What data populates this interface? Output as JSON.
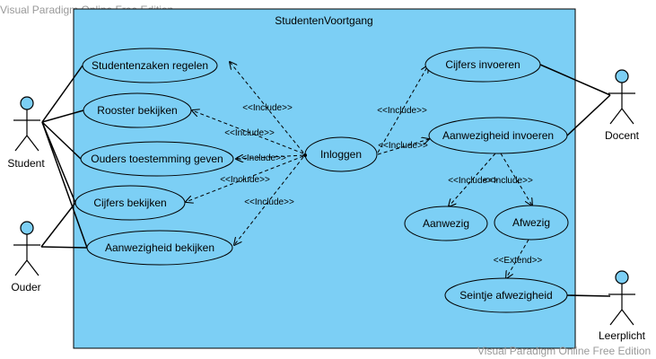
{
  "watermark": {
    "top_left": "Visual Paradigm Online Free Edition",
    "bottom_right": "Visual Paradigm Online Free Edition"
  },
  "colors": {
    "system_fill": "#7ccff5",
    "ellipse_fill": "#7ccff5",
    "actor_head": "#7ccff5",
    "line": "#000000",
    "background": "#ffffff"
  },
  "system": {
    "name": "StudentenVoortgang"
  },
  "actors": [
    {
      "id": "student",
      "label": "Student"
    },
    {
      "id": "ouder",
      "label": "Ouder"
    },
    {
      "id": "docent",
      "label": "Docent"
    },
    {
      "id": "leerplicht",
      "label": "Leerplicht"
    }
  ],
  "use_cases": [
    {
      "id": "studentenzaken",
      "label": "Studentenzaken regelen"
    },
    {
      "id": "rooster",
      "label": "Rooster bekijken"
    },
    {
      "id": "toestemming",
      "label": "Ouders toestemming geven"
    },
    {
      "id": "cijfers_bekijken",
      "label": "Cijfers bekijken"
    },
    {
      "id": "aanwezigheid_bekijken",
      "label": "Aanwezigheid bekijken"
    },
    {
      "id": "inloggen",
      "label": "Inloggen"
    },
    {
      "id": "cijfers_invoeren",
      "label": "Cijfers invoeren"
    },
    {
      "id": "aanwezigheid_invoeren",
      "label": "Aanwezigheid invoeren"
    },
    {
      "id": "aanwezig",
      "label": "Aanwezig"
    },
    {
      "id": "afwezig",
      "label": "Afwezig"
    },
    {
      "id": "seintje",
      "label": "Seintje afwezigheid"
    }
  ],
  "associations": [
    {
      "from": "student",
      "to": "studentenzaken"
    },
    {
      "from": "student",
      "to": "rooster"
    },
    {
      "from": "student",
      "to": "toestemming"
    },
    {
      "from": "student",
      "to": "cijfers_bekijken"
    },
    {
      "from": "student",
      "to": "aanwezigheid_bekijken"
    },
    {
      "from": "ouder",
      "to": "cijfers_bekijken"
    },
    {
      "from": "ouder",
      "to": "aanwezigheid_bekijken"
    },
    {
      "from": "docent",
      "to": "cijfers_invoeren"
    },
    {
      "from": "docent",
      "to": "aanwezigheid_invoeren"
    },
    {
      "from": "leerplicht",
      "to": "seintje"
    }
  ],
  "relations": [
    {
      "from": "inloggen",
      "to": "studentenzaken",
      "label": "<<Include>>"
    },
    {
      "from": "inloggen",
      "to": "rooster",
      "label": "<<Include>>"
    },
    {
      "from": "inloggen",
      "to": "toestemming",
      "label": "<<Include>>"
    },
    {
      "from": "inloggen",
      "to": "cijfers_bekijken",
      "label": "<<Include>>"
    },
    {
      "from": "inloggen",
      "to": "aanwezigheid_bekijken",
      "label": "<<Include>>"
    },
    {
      "from": "inloggen",
      "to": "cijfers_invoeren",
      "label": "<<Include>>"
    },
    {
      "from": "inloggen",
      "to": "aanwezigheid_invoeren",
      "label": "<<Include>>"
    },
    {
      "from": "aanwezigheid_invoeren",
      "to": "aanwezig",
      "label": "<<Include>>"
    },
    {
      "from": "aanwezigheid_invoeren",
      "to": "afwezig",
      "label": "<<Include>>"
    },
    {
      "from": "afwezig",
      "to": "seintje",
      "label": "<<Extend>>"
    }
  ]
}
